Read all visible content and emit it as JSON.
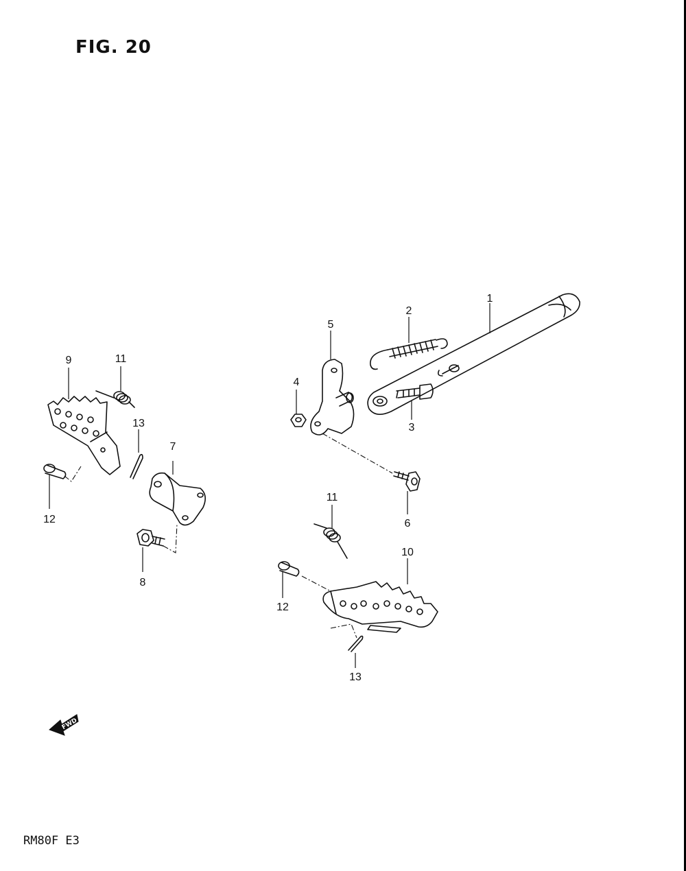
{
  "figure": {
    "title": "FIG. 20",
    "model_code": "RM80F E3"
  },
  "fwd_label": "FWD",
  "callouts": [
    {
      "id": "c1",
      "label": "1"
    },
    {
      "id": "c2",
      "label": "2"
    },
    {
      "id": "c3",
      "label": "3"
    },
    {
      "id": "c4",
      "label": "4"
    },
    {
      "id": "c5",
      "label": "5"
    },
    {
      "id": "c6",
      "label": "6"
    },
    {
      "id": "c7",
      "label": "7"
    },
    {
      "id": "c8",
      "label": "8"
    },
    {
      "id": "c9",
      "label": "9"
    },
    {
      "id": "c10",
      "label": "10"
    },
    {
      "id": "c11a",
      "label": "11"
    },
    {
      "id": "c11b",
      "label": "11"
    },
    {
      "id": "c12a",
      "label": "12"
    },
    {
      "id": "c12b",
      "label": "12"
    },
    {
      "id": "c13a",
      "label": "13"
    },
    {
      "id": "c13b",
      "label": "13"
    }
  ]
}
